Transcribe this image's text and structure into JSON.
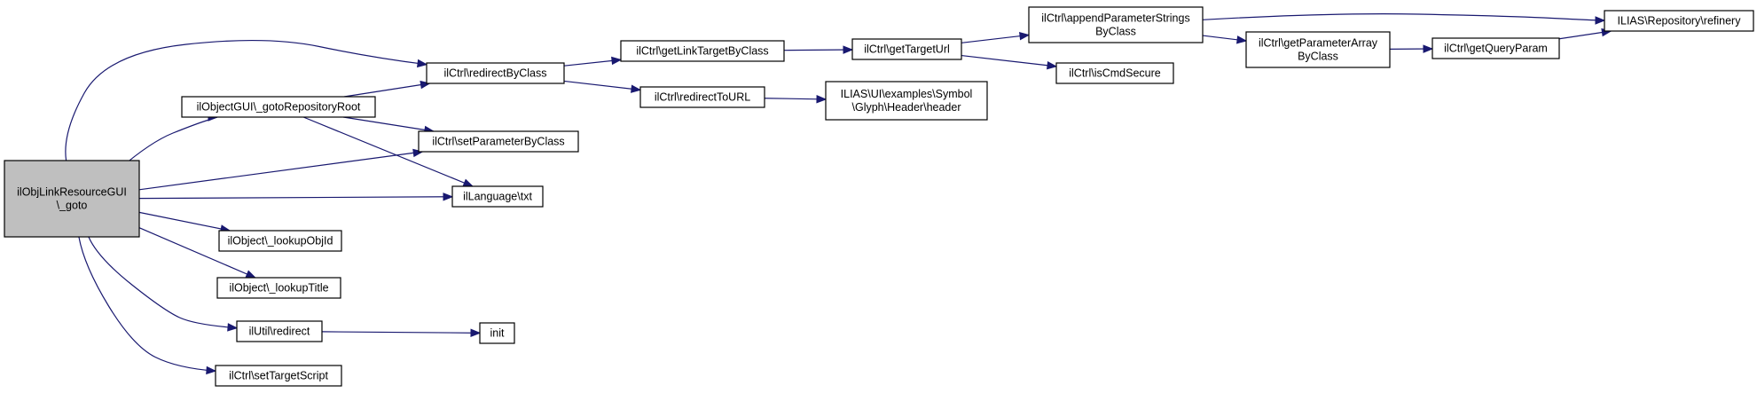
{
  "diagram": {
    "type": "call-graph",
    "colors": {
      "edge": "#191970",
      "root_fill": "#bfbfbf",
      "node_fill": "#ffffff",
      "node_border": "#000000"
    },
    "nodes": [
      {
        "id": "root",
        "lines": [
          "ilObjLinkResourceGUI",
          "\\_goto"
        ],
        "root": true
      },
      {
        "id": "gotoRepoRoot",
        "lines": [
          "ilObjectGUI\\_gotoRepositoryRoot"
        ]
      },
      {
        "id": "redirectByClass",
        "lines": [
          "ilCtrl\\redirectByClass"
        ]
      },
      {
        "id": "setParameterByClass",
        "lines": [
          "ilCtrl\\setParameterByClass"
        ]
      },
      {
        "id": "txt",
        "lines": [
          "ilLanguage\\txt"
        ]
      },
      {
        "id": "lookupObjId",
        "lines": [
          "ilObject\\_lookupObjId"
        ]
      },
      {
        "id": "lookupTitle",
        "lines": [
          "ilObject\\_lookupTitle"
        ]
      },
      {
        "id": "utilRedirect",
        "lines": [
          "ilUtil\\redirect"
        ]
      },
      {
        "id": "setTargetScript",
        "lines": [
          "ilCtrl\\setTargetScript"
        ]
      },
      {
        "id": "init",
        "lines": [
          "init"
        ]
      },
      {
        "id": "getLinkTargetByClass",
        "lines": [
          "ilCtrl\\getLinkTargetByClass"
        ]
      },
      {
        "id": "redirectToURL",
        "lines": [
          "ilCtrl\\redirectToURL"
        ]
      },
      {
        "id": "getTargetUrl",
        "lines": [
          "ilCtrl\\getTargetUrl"
        ]
      },
      {
        "id": "symbolHeader",
        "lines": [
          "ILIAS\\UI\\examples\\Symbol",
          "\\Glyph\\Header\\header"
        ]
      },
      {
        "id": "appendParam",
        "lines": [
          "ilCtrl\\appendParameterStrings",
          "ByClass"
        ]
      },
      {
        "id": "isCmdSecure",
        "lines": [
          "ilCtrl\\isCmdSecure"
        ]
      },
      {
        "id": "getParamArray",
        "lines": [
          "ilCtrl\\getParameterArray",
          "ByClass"
        ]
      },
      {
        "id": "getQueryParam",
        "lines": [
          "ilCtrl\\getQueryParam"
        ]
      },
      {
        "id": "refinery",
        "lines": [
          "ILIAS\\Repository\\refinery"
        ]
      }
    ],
    "edges": [
      {
        "from": "root",
        "to": "gotoRepoRoot"
      },
      {
        "from": "root",
        "to": "redirectByClass"
      },
      {
        "from": "root",
        "to": "setParameterByClass"
      },
      {
        "from": "root",
        "to": "txt"
      },
      {
        "from": "root",
        "to": "lookupObjId"
      },
      {
        "from": "root",
        "to": "lookupTitle"
      },
      {
        "from": "root",
        "to": "utilRedirect"
      },
      {
        "from": "root",
        "to": "setTargetScript"
      },
      {
        "from": "gotoRepoRoot",
        "to": "redirectByClass"
      },
      {
        "from": "gotoRepoRoot",
        "to": "setParameterByClass"
      },
      {
        "from": "gotoRepoRoot",
        "to": "txt"
      },
      {
        "from": "redirectByClass",
        "to": "getLinkTargetByClass"
      },
      {
        "from": "redirectByClass",
        "to": "redirectToURL"
      },
      {
        "from": "getLinkTargetByClass",
        "to": "getTargetUrl"
      },
      {
        "from": "redirectToURL",
        "to": "symbolHeader"
      },
      {
        "from": "getTargetUrl",
        "to": "appendParam"
      },
      {
        "from": "getTargetUrl",
        "to": "isCmdSecure"
      },
      {
        "from": "appendParam",
        "to": "refinery"
      },
      {
        "from": "appendParam",
        "to": "getParamArray"
      },
      {
        "from": "getParamArray",
        "to": "getQueryParam"
      },
      {
        "from": "getQueryParam",
        "to": "refinery"
      },
      {
        "from": "utilRedirect",
        "to": "init"
      }
    ]
  }
}
